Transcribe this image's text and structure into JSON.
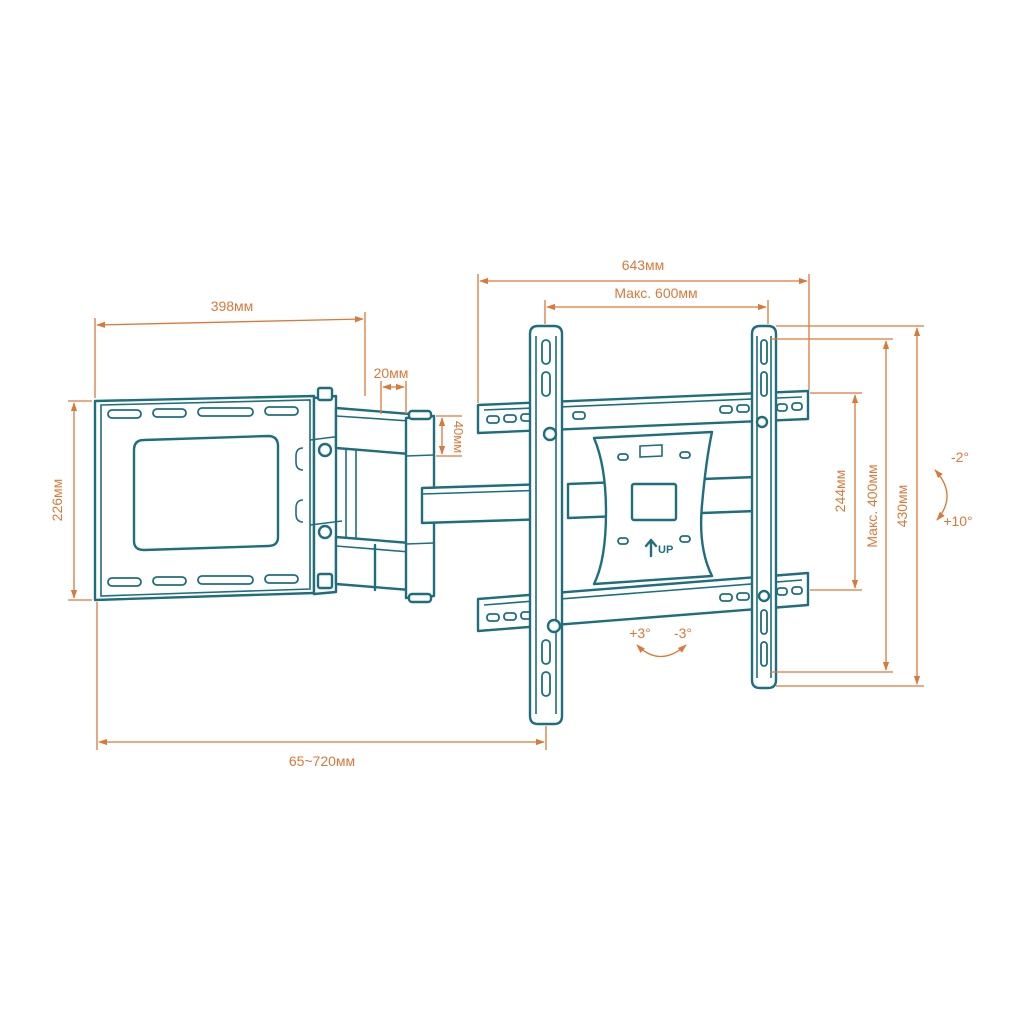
{
  "colors": {
    "line": "#1e6e7e",
    "dimension": "#d9793a",
    "background": "#ffffff"
  },
  "dimensions": {
    "wall_plate_width": "398мм",
    "wall_plate_height": "226мм",
    "arm_gap": "20мм",
    "arm_thickness": "40мм",
    "extension_range": "65~720мм",
    "bracket_width": "643мм",
    "vesa_max_horizontal": "Макс. 600мм",
    "rail_spacing": "244мм",
    "vesa_max_vertical": "Макс. 400мм",
    "bracket_height": "430мм"
  },
  "angles": {
    "tilt_up": "-2°",
    "tilt_down": "+10°",
    "rotate_left": "+3°",
    "rotate_right": "-3°"
  },
  "markings": {
    "up_label": "UP",
    "up_icon": "arrow-up-icon"
  }
}
